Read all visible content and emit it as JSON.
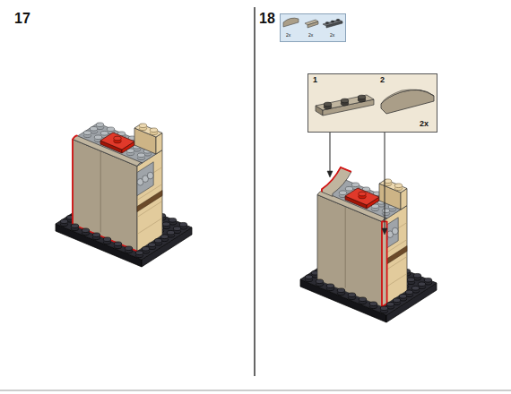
{
  "diagram": {
    "nodes": [
      {
        "text": [
          "2x",
          "2x",
          "2x"
        ]
      },
      {
        "text": [
          "1",
          "2",
          "2x"
        ]
      }
    ],
    "labels": [
      "17",
      "18"
    ]
  }
}
